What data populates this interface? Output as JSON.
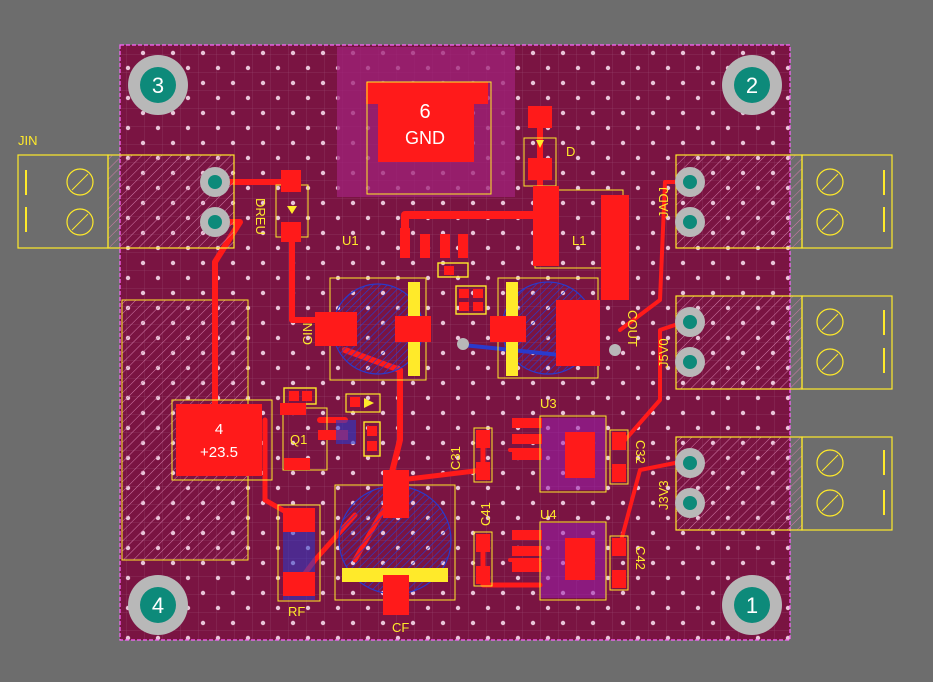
{
  "colors": {
    "background": "#6d6d6d",
    "board": "#7a1442",
    "copper_top": "#ff1a1a",
    "silkscreen": "#ffea2a",
    "via_ring": "#b8b8b8",
    "board_outline": "#ff66ff",
    "keepout": "#b01a7a"
  },
  "mounting_holes": [
    "1",
    "2",
    "3",
    "4"
  ],
  "connectors": {
    "jin": "JIN",
    "jadj": "JADJ",
    "j5v0": "J5V0",
    "j3v3": "J3V3"
  },
  "components": {
    "u1": "U1",
    "u3": "U3",
    "u4": "U4",
    "l1": "L1",
    "d": "D",
    "dreu": "DREU",
    "q1": "Q1",
    "cin": "CIN",
    "cout": "COUT",
    "c31": "C31",
    "c32": "C32",
    "c41": "C41",
    "c42": "C42",
    "rf": "RF",
    "cf": "CF"
  },
  "pads": {
    "gnd_num": "6",
    "gnd_net": "GND",
    "vin_num": "4",
    "vin_net": "+23.5"
  }
}
